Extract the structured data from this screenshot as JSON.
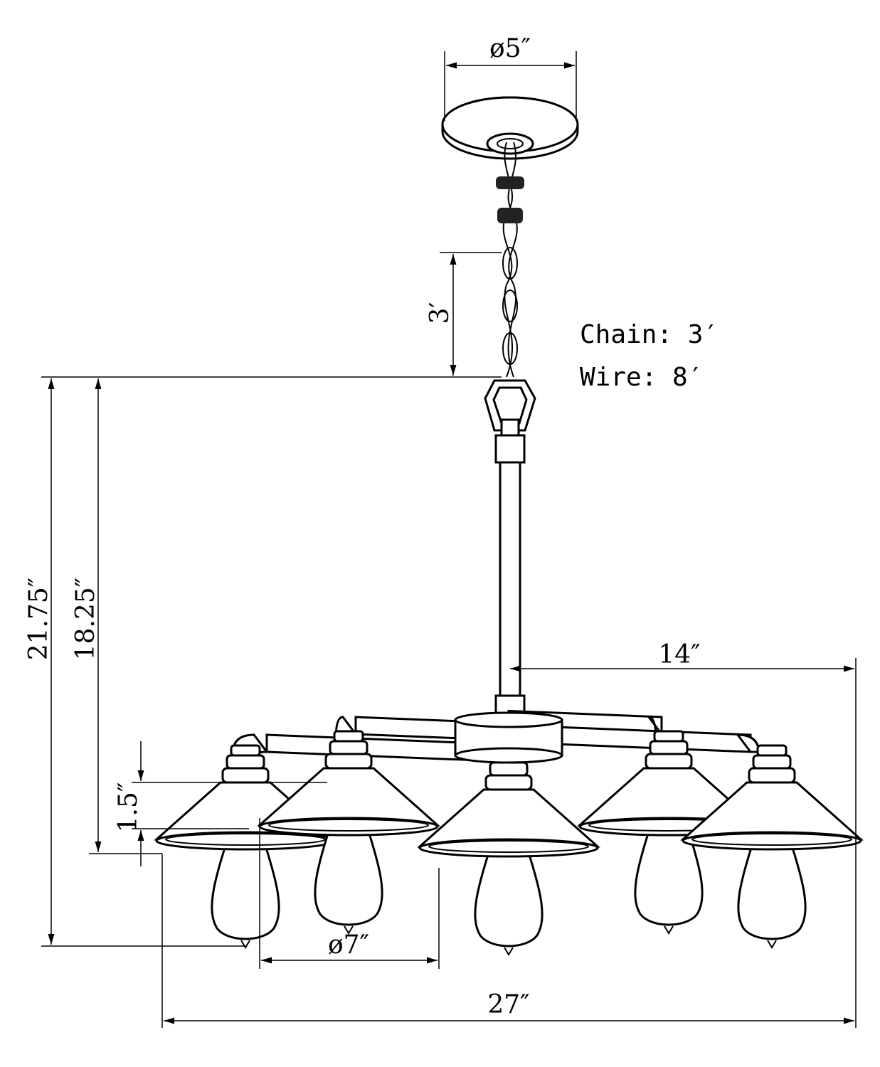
{
  "dimensions": {
    "canopy_diameter": "ø5″",
    "chain_length": "3′",
    "overall_height": "21.75″",
    "body_height": "18.25″",
    "radius": "14″",
    "shade_offset": "1.5″",
    "shade_diameter": "ø7″",
    "overall_width": "27″"
  },
  "notes": {
    "chain": "Chain: 3′",
    "wire": "Wire: 8′"
  },
  "lamp_count": 5
}
